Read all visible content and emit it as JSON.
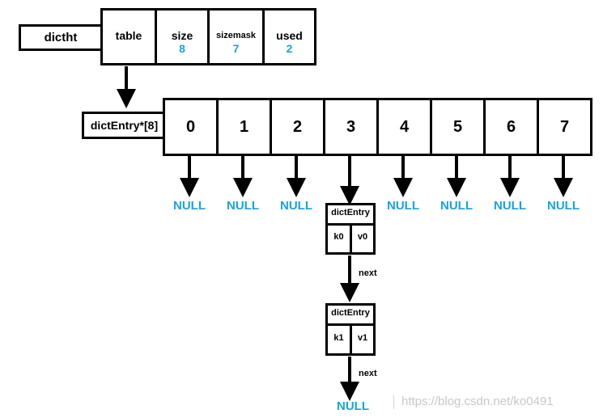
{
  "dictht": {
    "label": "dictht",
    "fields": [
      {
        "name": "table",
        "value": ""
      },
      {
        "name": "size",
        "value": "8"
      },
      {
        "name": "sizemask",
        "value": "7"
      },
      {
        "name": "used",
        "value": "2"
      }
    ]
  },
  "table_label": "dictEntry*[8]",
  "slots": [
    "0",
    "1",
    "2",
    "3",
    "4",
    "5",
    "6",
    "7"
  ],
  "null_label": "NULL",
  "entries": [
    {
      "title": "dictEntry",
      "key": "k0",
      "value": "v0"
    },
    {
      "title": "dictEntry",
      "key": "k1",
      "value": "v1"
    }
  ],
  "next_label": "next",
  "watermark": "https://blog.csdn.net/ko0491",
  "colors": {
    "value_blue": "#1ba1e2",
    "line": "#000000"
  }
}
